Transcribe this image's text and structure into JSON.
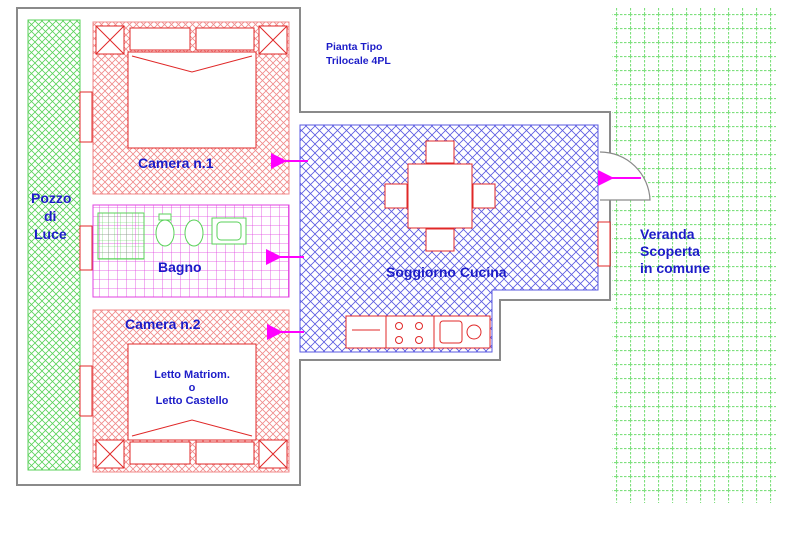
{
  "title": {
    "line1": "Pianta Tipo",
    "line2": "Trilocale 4PL"
  },
  "rooms": {
    "camera1": "Camera n.1",
    "bagno": "Bagno",
    "camera2": "Camera n.2",
    "soggiorno": "Soggiorno Cucina",
    "pozzo": {
      "line1": "Pozzo",
      "line2": "di",
      "line3": "Luce"
    },
    "veranda": {
      "line1": "Veranda",
      "line2": "Scoperta",
      "line3": "in comune"
    }
  },
  "bed_note": {
    "line1": "Letto Matriom.",
    "line2": "o",
    "line3": "Letto Castello"
  },
  "colors": {
    "wall": "#8a8a8a",
    "bedroom_hatch": "#f08a8a",
    "bath_grid": "#e040e0",
    "living_hatch": "#5a5ae0",
    "green_hatch": "#5ad25a",
    "veranda_grid": "#7ee07e",
    "arrow": "#ff00ff",
    "furniture": "#e02828",
    "label": "#1c1cc8"
  }
}
